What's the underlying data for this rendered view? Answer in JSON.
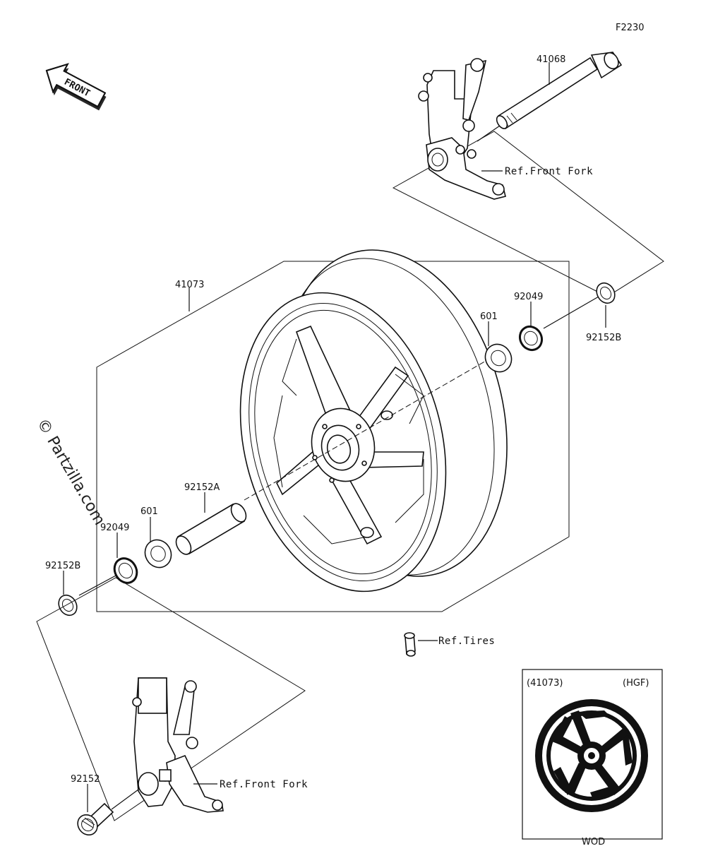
{
  "figure_code": "F2230",
  "front_label": "FRONT",
  "watermark": "© Partzilla.com",
  "labels": {
    "axle": "41068",
    "wheel": "41073",
    "bearing_right": "601",
    "seal_right": "92049",
    "collar_right": "92152B",
    "spacer": "92152A",
    "bearing_left": "601",
    "seal_left": "92049",
    "collar_left": "92152B",
    "collar_bottom": "92152"
  },
  "refs": {
    "front_fork_top": "Ref.Front Fork",
    "tires": "Ref.Tires",
    "front_fork_bottom": "Ref.Front Fork"
  },
  "inset": {
    "part_no": "(41073)",
    "color_code": "(HGF)",
    "caption": "WOD"
  }
}
